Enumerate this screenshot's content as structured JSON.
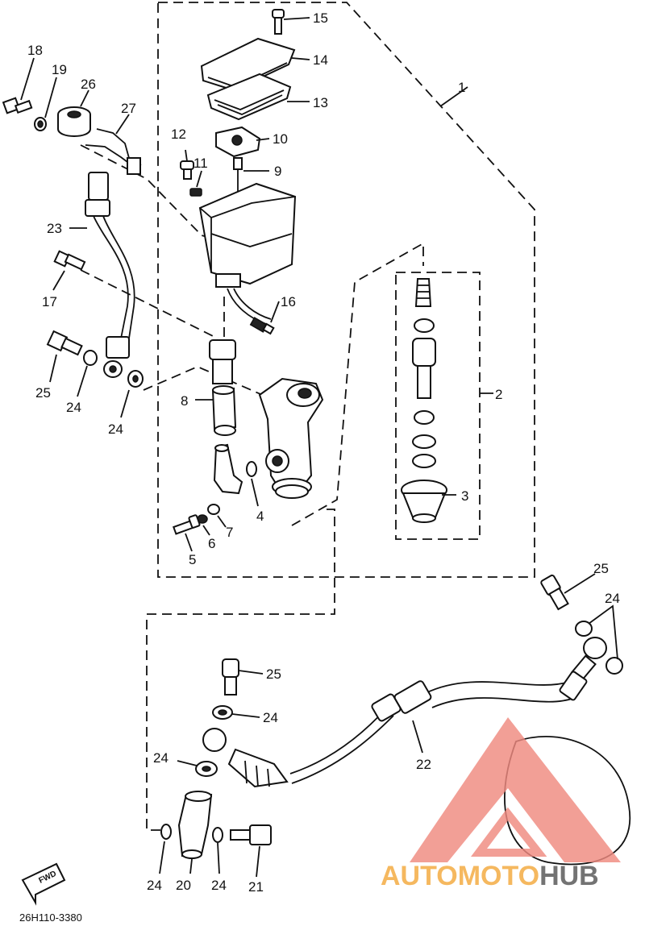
{
  "diagram": {
    "drawing_code": "26H110-3380",
    "fwd_label": "FWD",
    "callouts": [
      {
        "id": "c1",
        "text": "1"
      },
      {
        "id": "c2",
        "text": "2"
      },
      {
        "id": "c3",
        "text": "3"
      },
      {
        "id": "c4",
        "text": "4"
      },
      {
        "id": "c5",
        "text": "5"
      },
      {
        "id": "c6",
        "text": "6"
      },
      {
        "id": "c7",
        "text": "7"
      },
      {
        "id": "c8",
        "text": "8"
      },
      {
        "id": "c9",
        "text": "9"
      },
      {
        "id": "c10",
        "text": "10"
      },
      {
        "id": "c11",
        "text": "11"
      },
      {
        "id": "c12",
        "text": "12"
      },
      {
        "id": "c13",
        "text": "13"
      },
      {
        "id": "c14",
        "text": "14"
      },
      {
        "id": "c15",
        "text": "15"
      },
      {
        "id": "c16",
        "text": "16"
      },
      {
        "id": "c17",
        "text": "17"
      },
      {
        "id": "c18",
        "text": "18"
      },
      {
        "id": "c19",
        "text": "19"
      },
      {
        "id": "c20",
        "text": "20"
      },
      {
        "id": "c21",
        "text": "21"
      },
      {
        "id": "c22",
        "text": "22"
      },
      {
        "id": "c23",
        "text": "23"
      },
      {
        "id": "c24a",
        "text": "24"
      },
      {
        "id": "c24b",
        "text": "24"
      },
      {
        "id": "c24c",
        "text": "24"
      },
      {
        "id": "c24d",
        "text": "24"
      },
      {
        "id": "c24e",
        "text": "24"
      },
      {
        "id": "c24f",
        "text": "24"
      },
      {
        "id": "c24g",
        "text": "24"
      },
      {
        "id": "c25a",
        "text": "25"
      },
      {
        "id": "c25b",
        "text": "25"
      },
      {
        "id": "c25c",
        "text": "25"
      },
      {
        "id": "c26",
        "text": "26"
      },
      {
        "id": "c27",
        "text": "27"
      }
    ]
  },
  "watermark": {
    "part1": "AUTOMOTO",
    "part2": "HUB",
    "colors": {
      "primary": "#f08a80",
      "accent": "#f4a93c",
      "dark": "#555555"
    }
  }
}
